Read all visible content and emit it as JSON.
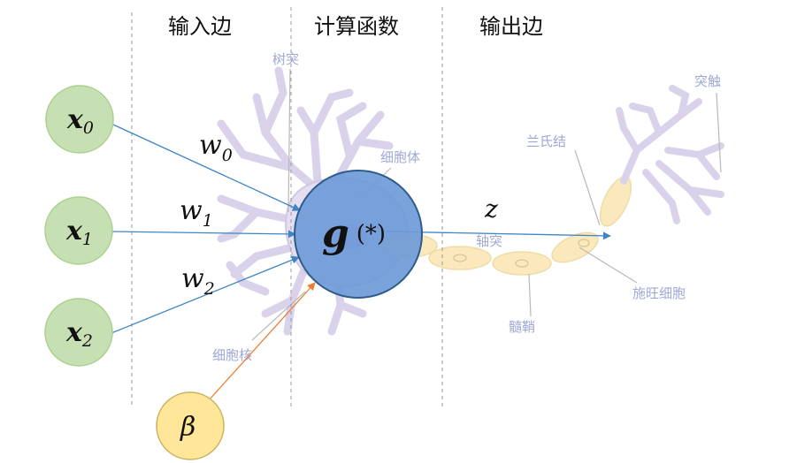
{
  "headers": {
    "input_edge": "输入边",
    "compute_function": "计算函数",
    "output_edge": "输出边"
  },
  "inputs": [
    {
      "symbol": "x",
      "subscript": "0"
    },
    {
      "symbol": "x",
      "subscript": "1"
    },
    {
      "symbol": "x",
      "subscript": "2"
    }
  ],
  "weights": [
    {
      "symbol": "w",
      "subscript": "0"
    },
    {
      "symbol": "w",
      "subscript": "1"
    },
    {
      "symbol": "w",
      "subscript": "2"
    }
  ],
  "bias": {
    "symbol": "β"
  },
  "function": {
    "symbol": "g",
    "argument": "(*)"
  },
  "output": {
    "symbol": "z"
  },
  "neuron_labels": {
    "dendrite": "树突",
    "cell_body": "细胞体",
    "nucleus": "细胞核",
    "axon": "轴突",
    "node_of_ranvier": "兰氏结",
    "schwann_cell": "施旺细胞",
    "myelin_sheath": "髓鞘",
    "synapse": "突触"
  },
  "colors": {
    "input_fill": "#c6e0b4",
    "input_stroke": "#a9d18e",
    "bias_fill": "#ffe699",
    "bias_stroke": "#c9b25e",
    "function_fill": "#6f9ad8",
    "function_stroke": "#2e5c8a",
    "input_arrow": "#3d85c6",
    "bias_arrow": "#ed7d31",
    "neuron_lilac": "#e4def0",
    "neuron_outline": "#c9c2dd",
    "myelin": "#fbe9bd",
    "label_gray": "#9fa8d4",
    "divider": "#999999"
  }
}
